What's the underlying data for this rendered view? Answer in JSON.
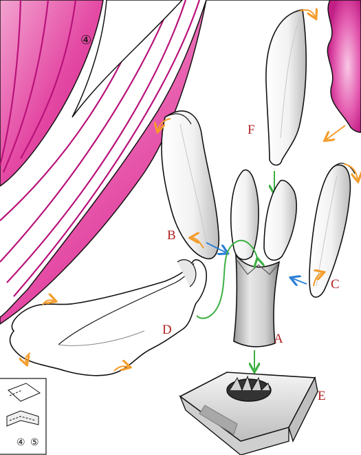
{
  "diagram": {
    "step_number": "④",
    "part_labels": {
      "a": "A",
      "b": "B",
      "c": "C",
      "d": "D",
      "e": "E",
      "f": "F"
    },
    "legend_steps": [
      "④",
      "⑤"
    ],
    "colors": {
      "petal_pink": "#e0439c",
      "petal_vein": "#b8127a",
      "orange_arrow": "#f39c2a",
      "blue_arrow": "#2a7fd4",
      "green_arrow": "#3cb043",
      "label_red": "#b22222"
    }
  }
}
